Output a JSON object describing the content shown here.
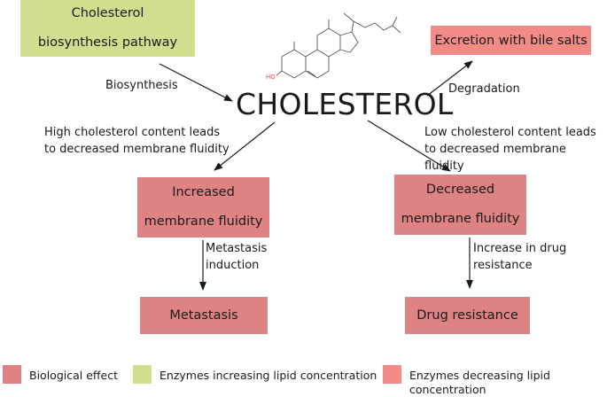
{
  "colors": {
    "enzymes_increasing": "#cfdf8f",
    "enzymes_decreasing": "#f28a86",
    "biological_effect": "#de8284"
  },
  "nodes": {
    "biosynthesis_pathway": "Cholesterol biosynthesis pathway",
    "excretion": "Excretion with bile salts",
    "central": "CHOLESTEROL",
    "increased_fluidity": "Increased membrane fluidity",
    "decreased_fluidity": "Decreased membrane fluidity",
    "metastasis": "Metastasis",
    "drug_resistance": "Drug resistance"
  },
  "edge_labels": {
    "biosynthesis": "Biosynthesis",
    "degradation": "Degradation",
    "high_content": "High cholesterol content leads to decreased membrane fluidity",
    "low_content": "Low cholesterol content leads to decreased membrane fluidity",
    "metastasis_induction": "Metastasis induction",
    "drug_resistance_increase": "Increase in drug resistance"
  },
  "molecule": {
    "hydroxyl_label": "HO"
  },
  "legend": [
    {
      "label": "Biological effect",
      "color_key": "biological_effect"
    },
    {
      "label": "Enzymes increasing lipid concentration",
      "color_key": "enzymes_increasing"
    },
    {
      "label": "Enzymes decreasing lipid concentration",
      "color_key": "enzymes_decreasing"
    }
  ]
}
